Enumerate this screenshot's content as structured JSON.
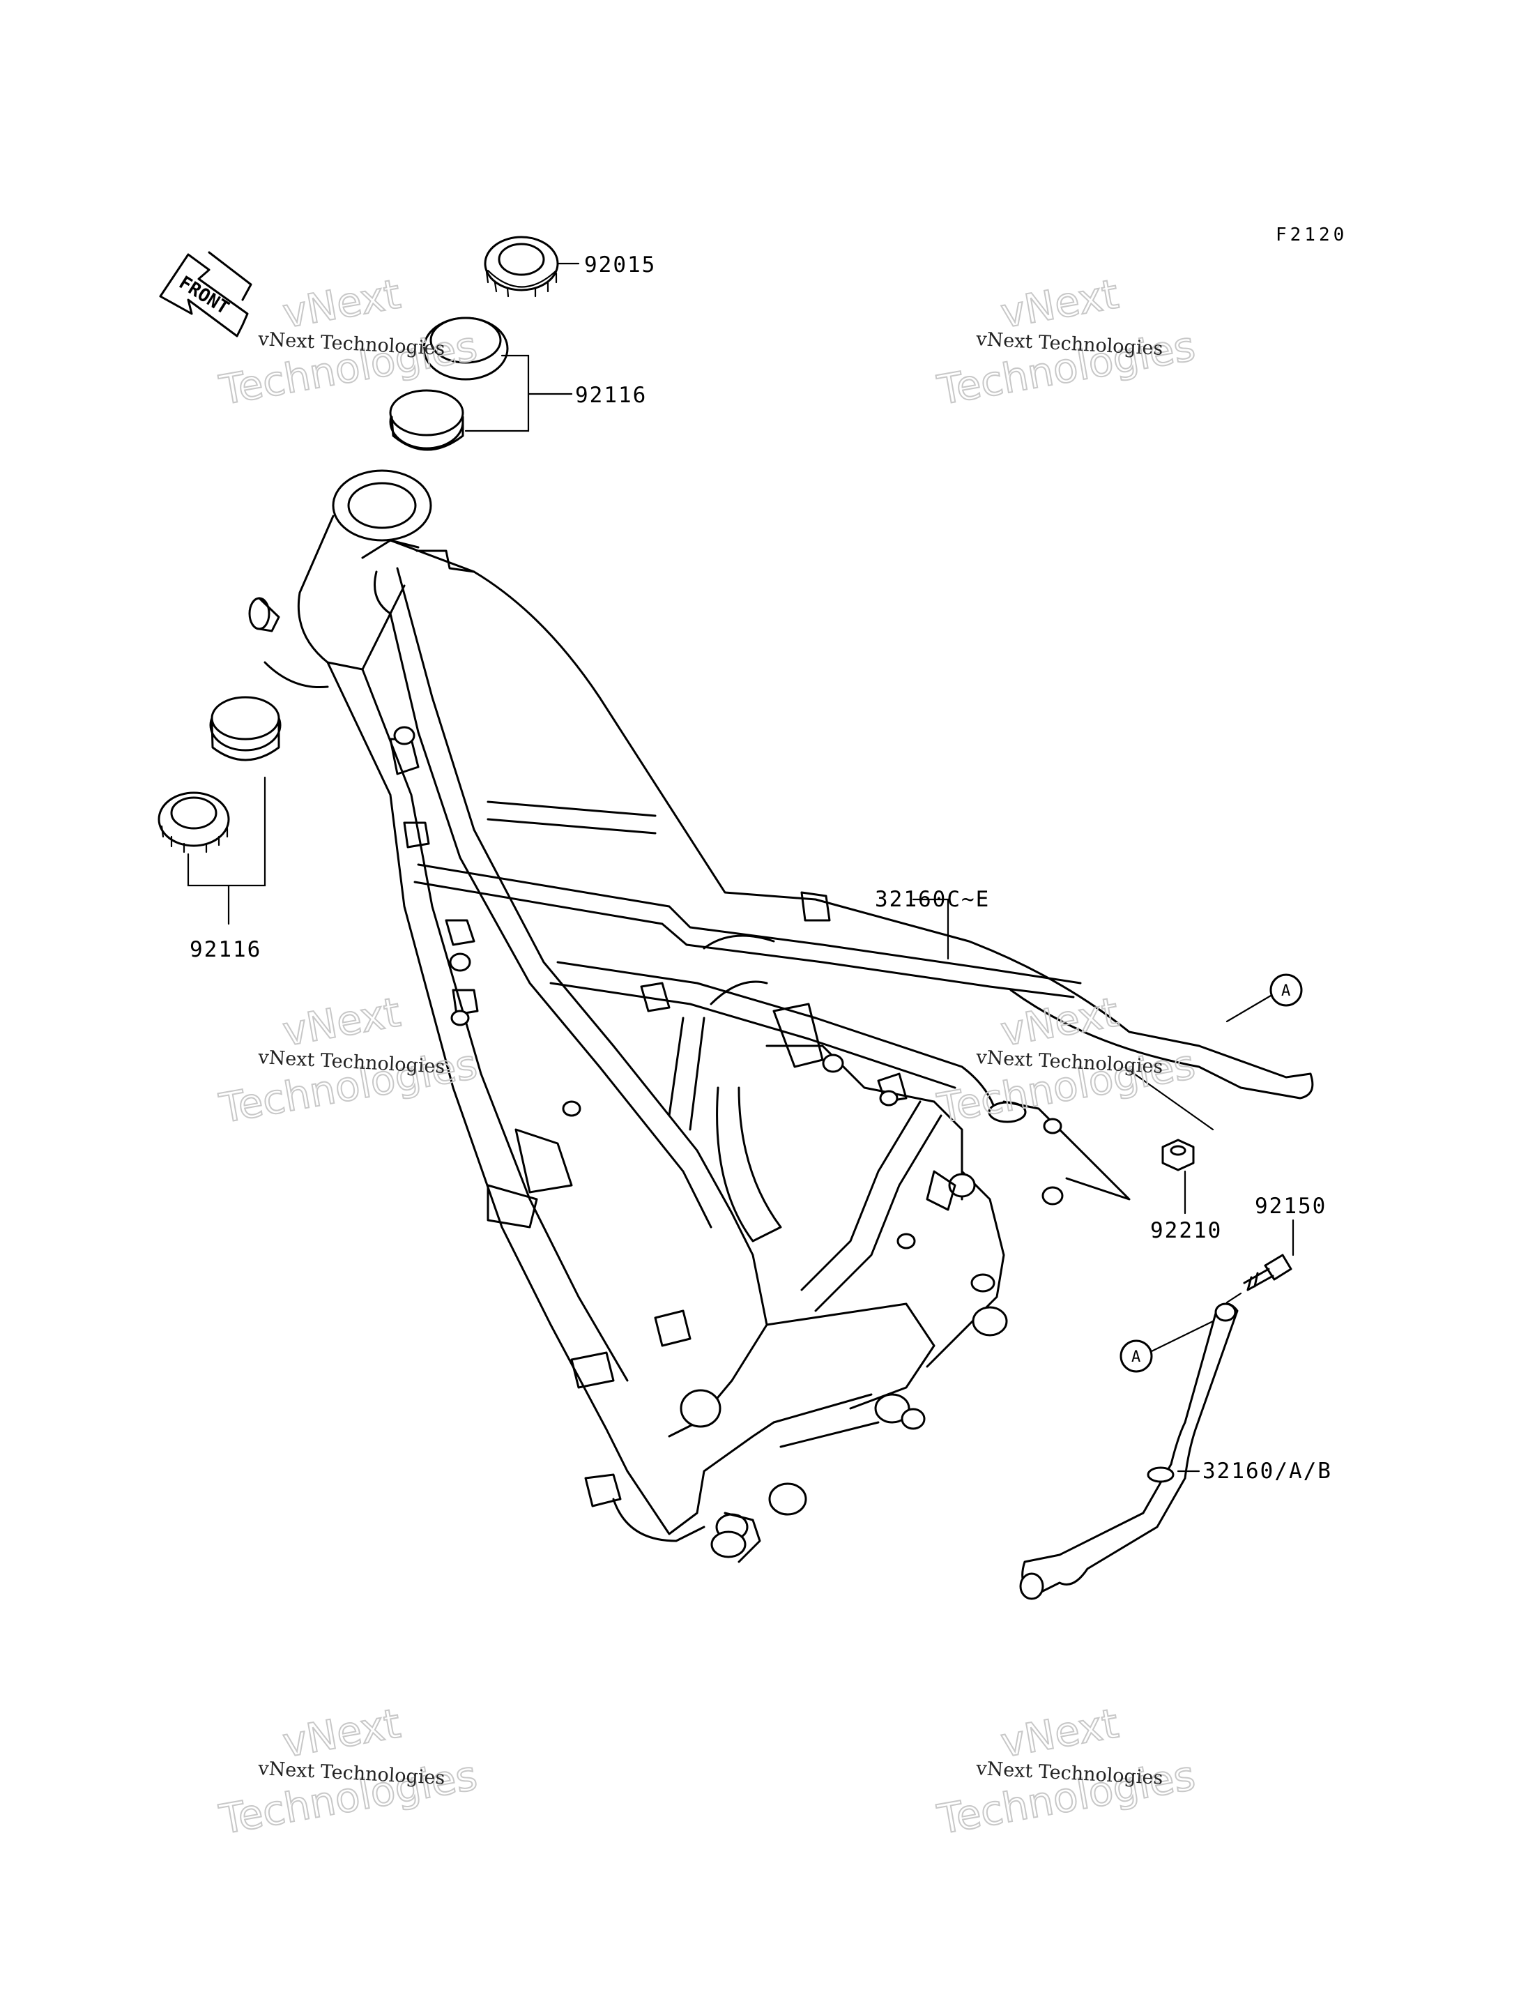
{
  "diagram": {
    "code": "F2120",
    "front_label": "FRONT",
    "parts": [
      {
        "id": "92015",
        "label": "92015"
      },
      {
        "id": "92116-top",
        "label": "92116"
      },
      {
        "id": "92116-bottom",
        "label": "92116"
      },
      {
        "id": "32160C~E",
        "label": "32160C~E"
      },
      {
        "id": "92210",
        "label": "92210"
      },
      {
        "id": "92150",
        "label": "92150"
      },
      {
        "id": "32160/A/B",
        "label": "32160/A/B"
      }
    ],
    "callout_marker": "A"
  },
  "watermark": {
    "line1": "vNext Technologies",
    "big_a": "vNext",
    "big_b": "Technologies"
  }
}
